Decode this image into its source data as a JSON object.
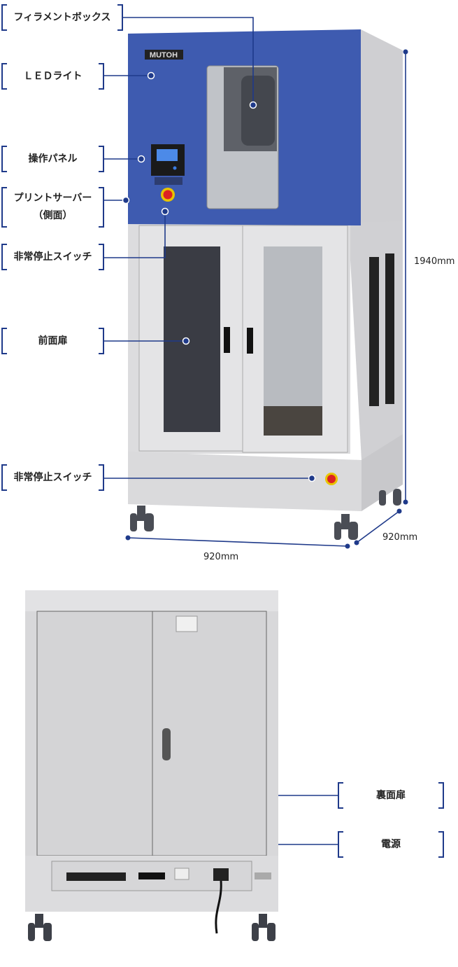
{
  "front_view": {
    "brand_logo": "MUTOH",
    "labels": {
      "filament_box": "フィラメントボックス",
      "led_light": "ＬＥＤライト",
      "control_panel": "操作パネル",
      "print_server": "プリントサーバー",
      "print_server_note": "（側面）",
      "emergency_stop_upper": "非常停止スイッチ",
      "front_door": "前面扉",
      "emergency_stop_lower": "非常停止スイッチ"
    },
    "dimensions": {
      "height": "1940mm",
      "width": "920mm",
      "depth": "920mm"
    }
  },
  "back_view": {
    "labels": {
      "rear_door": "裏面扉",
      "power": "電源"
    }
  },
  "colors": {
    "accent": "#1f3a8a",
    "top_panel": "#3e5bb0",
    "body": "#dcdcde"
  }
}
